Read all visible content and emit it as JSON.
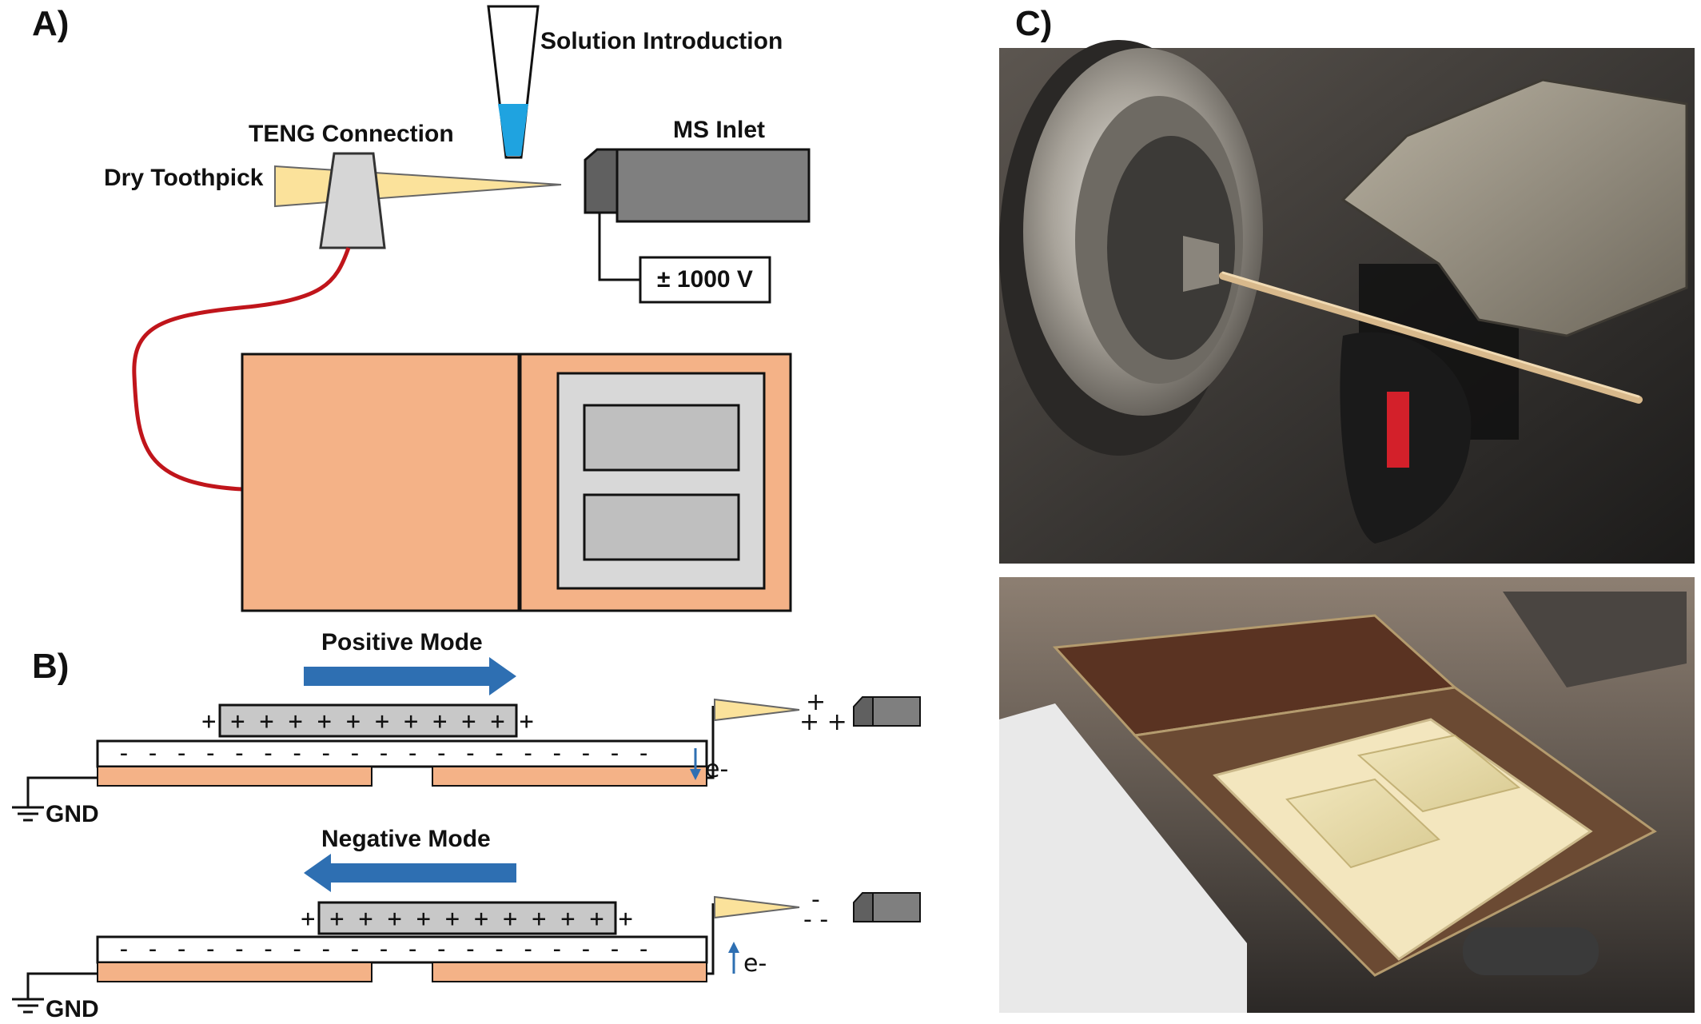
{
  "panels": {
    "a": "A)",
    "b": "B)",
    "c": "C)"
  },
  "labels": {
    "solution_introduction": "Solution Introduction",
    "teng_connection": "TENG Connection",
    "ms_inlet": "MS Inlet",
    "dry_toothpick": "Dry Toothpick",
    "voltage": "± 1000 V",
    "positive_mode": "Positive Mode",
    "negative_mode": "Negative Mode",
    "gnd": "GND",
    "electron": "e-"
  },
  "charges": {
    "positive_slider": "+ + + + + + + + + + + +",
    "negative_dielectric": "- - - - - - - - - - - - - - - - - - -",
    "positive_tip_top": "+",
    "positive_tip_bottom": "+ +",
    "negative_tip_top": "-",
    "negative_tip_bottom": "- -"
  },
  "colors": {
    "copper": "#f4b287",
    "toothpick": "#fbe29b",
    "ms_inlet": "#7f7f7f",
    "slider": "#c8c8c8",
    "arrow": "#2e6fb2",
    "wire": "#c0151b",
    "solution": "#1fa3e0"
  }
}
